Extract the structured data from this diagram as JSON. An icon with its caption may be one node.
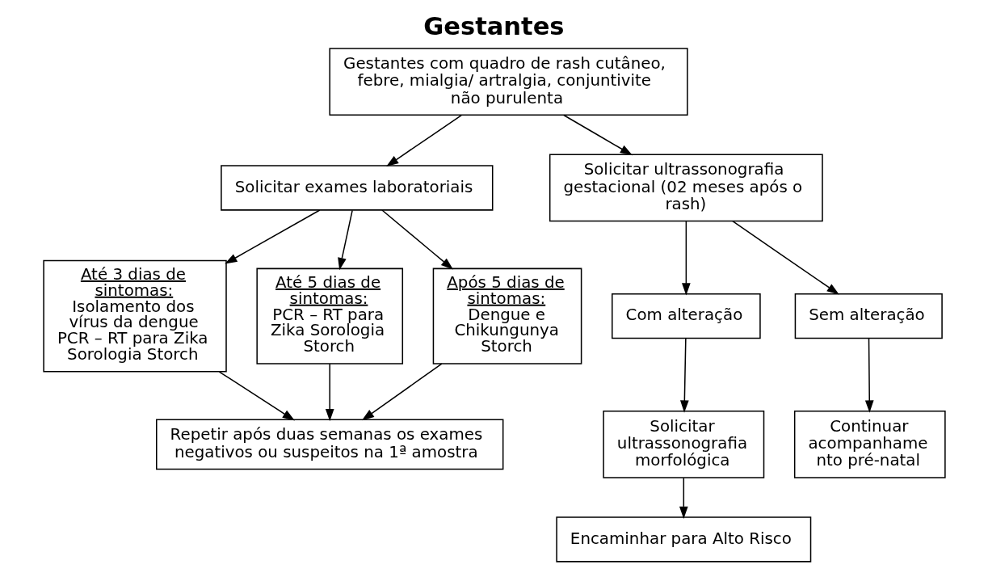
{
  "diagram": {
    "title": "Gestantes",
    "nodes": [
      {
        "text": [
          "Gestantes com quadro de rash cutâneo, febre, mialgia/ artralgia, conjuntivite não purulenta"
        ]
      },
      {
        "text": [
          "Solicitar exames laboratoriais"
        ]
      },
      {
        "text": [
          "Até 3 dias de sintomas:",
          "Isolamento dos vírus da dengue PCR – RT para Zika Sorologia Storch"
        ]
      },
      {
        "text": [
          "Até 5 dias de sintomas:",
          "PCR – RT para Zika Sorologia Storch"
        ]
      },
      {
        "text": [
          "Após 5 dias de sintomas:",
          "Dengue e Chikungunya Storch"
        ]
      },
      {
        "text": [
          "Repetir após duas semanas os exames negativos ou suspeitos na 1ª amostra"
        ]
      },
      {
        "text": [
          "Solicitar ultrassonografia gestacional (02 meses após o rash)"
        ]
      },
      {
        "text": [
          "Com alteração"
        ]
      },
      {
        "text": [
          "Sem alteração"
        ]
      },
      {
        "text": [
          "Solicitar ultrassonografia morfológica"
        ]
      },
      {
        "text": [
          "Continuar acompanhame nto pré-natal"
        ]
      },
      {
        "text": [
          "Encaminhar para Alto Risco"
        ]
      }
    ],
    "edges": [
      {
        "from": 0,
        "to": 1,
        "arrow": "to"
      },
      {
        "from": 0,
        "to": 6,
        "arrow": "to"
      },
      {
        "from": 1,
        "to": 2,
        "arrow": "to"
      },
      {
        "from": 1,
        "to": 3,
        "arrow": "to"
      },
      {
        "from": 1,
        "to": 4,
        "arrow": "to"
      },
      {
        "from": 2,
        "to": 5,
        "arrow": "to"
      },
      {
        "from": 3,
        "to": 5,
        "arrow": "to"
      },
      {
        "from": 4,
        "to": 5,
        "arrow": "to"
      },
      {
        "from": 6,
        "to": 7,
        "arrow": "to"
      },
      {
        "from": 6,
        "to": 8,
        "arrow": "to"
      },
      {
        "from": 7,
        "to": 9,
        "arrow": "to"
      },
      {
        "from": 8,
        "to": 10,
        "arrow": "to"
      },
      {
        "from": 9,
        "to": 11,
        "arrow": "to"
      }
    ]
  }
}
